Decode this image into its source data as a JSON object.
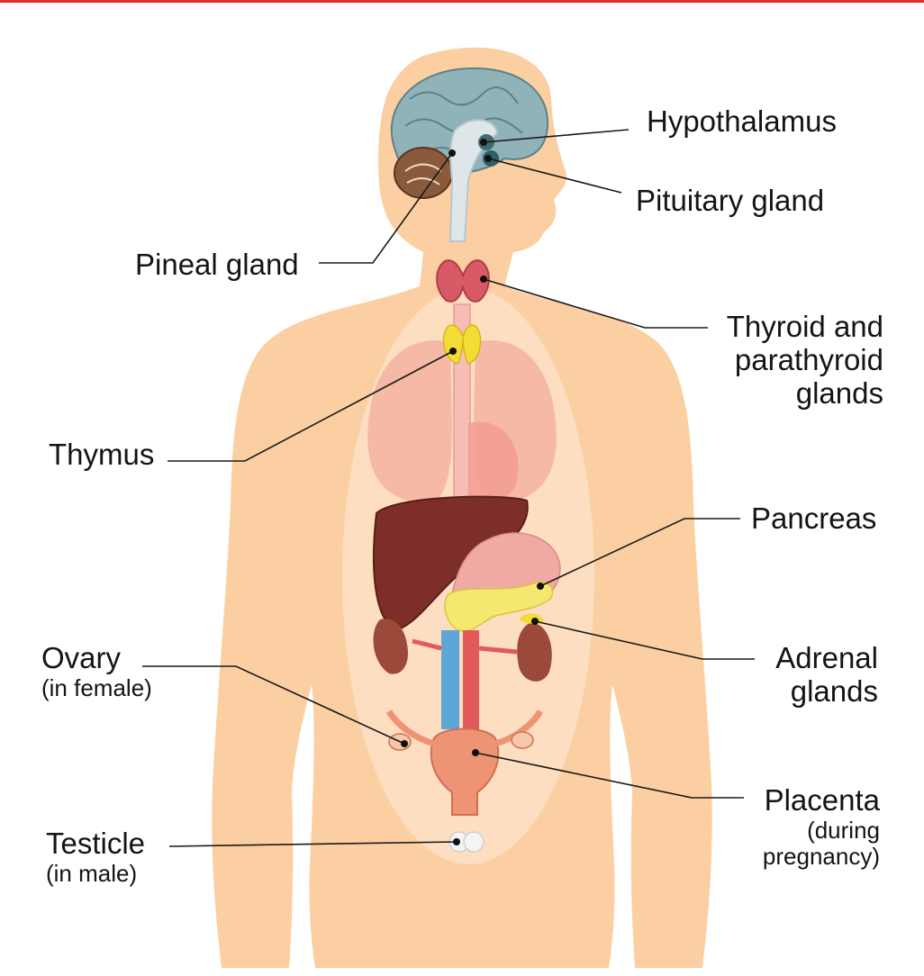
{
  "labels": {
    "hypothalamus": "Hypothalamus",
    "pituitary": "Pituitary gland",
    "pineal": "Pineal gland",
    "thyroid": [
      "Thyroid and",
      "parathyroid",
      "glands"
    ],
    "thymus": "Thymus",
    "pancreas": "Pancreas",
    "ovary": "Ovary",
    "ovary_note": "(in female)",
    "adrenal": [
      "Adrenal",
      "glands"
    ],
    "placenta": "Placenta",
    "placenta_note": [
      "(during",
      "pregnancy)"
    ],
    "testicle": "Testicle",
    "testicle_note": "(in male)"
  },
  "colors": {
    "background": "#ffffff",
    "frame": "#e0322b",
    "body": "#fbcfa1",
    "brain": "#8fb3b9",
    "cerebellum": "#8a5a3c",
    "thyroid": "#d85a66",
    "thymus": "#f2dc35",
    "lungs": "#f3b3a0",
    "liver": "#7e2e28",
    "stomach": "#f1a9a4",
    "pancreas": "#f5e86e",
    "kidneys": "#9b4a3a",
    "vein": "#5ea6d8",
    "artery": "#e25a5a",
    "uterus": "#ee9373",
    "leader_line": "#1a1a1a"
  }
}
